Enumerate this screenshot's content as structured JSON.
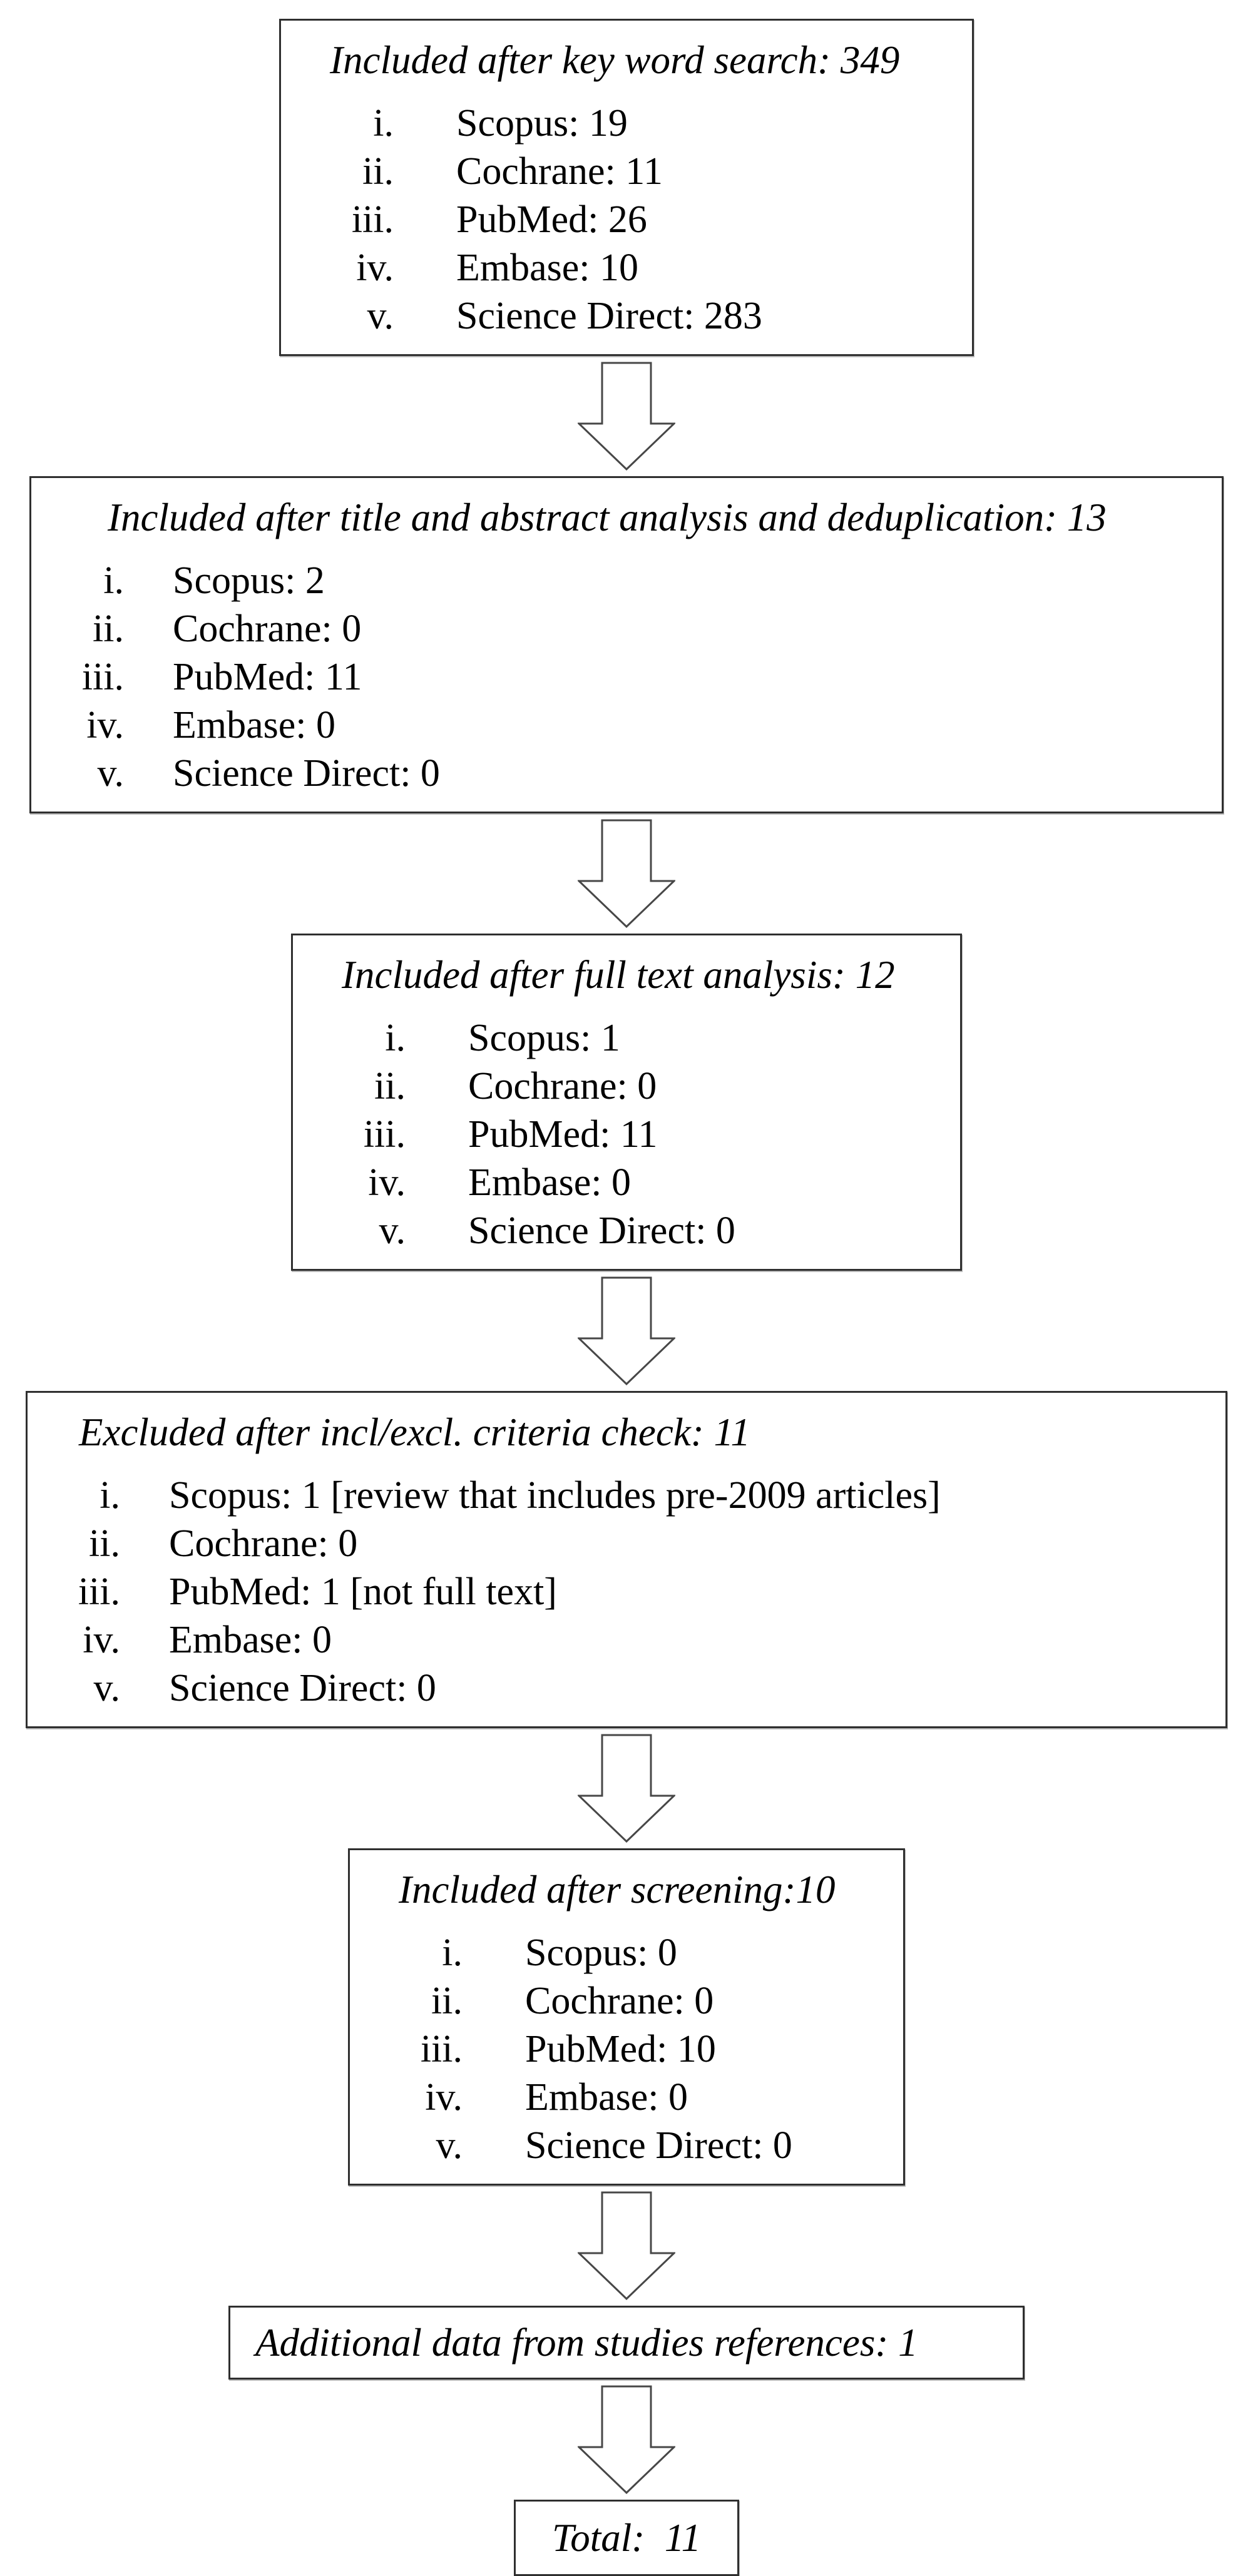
{
  "figure": {
    "description": "Literature screening flow diagram",
    "background_color": "#ffffff",
    "box_border_color": "#2f2f2f",
    "arrow_outline_color": "#474747",
    "text_color": "#000000",
    "arrow_icon": "down-block-arrow"
  },
  "boxes": [
    {
      "title": "Included after key word search: 349",
      "items": [
        {
          "n": "i.",
          "t": "Scopus: 19"
        },
        {
          "n": "ii.",
          "t": "Cochrane: 11"
        },
        {
          "n": "iii.",
          "t": "PubMed: 26"
        },
        {
          "n": "iv.",
          "t": "Embase: 10"
        },
        {
          "n": "v.",
          "t": "Science Direct: 283"
        }
      ]
    },
    {
      "title": "Included after title and abstract analysis and deduplication: 13",
      "items": [
        {
          "n": "i.",
          "t": "Scopus: 2"
        },
        {
          "n": "ii.",
          "t": "Cochrane: 0"
        },
        {
          "n": "iii.",
          "t": "PubMed: 11"
        },
        {
          "n": "iv.",
          "t": "Embase: 0"
        },
        {
          "n": "v.",
          "t": "Science Direct: 0"
        }
      ]
    },
    {
      "title": "Included after full text analysis: 12",
      "items": [
        {
          "n": "i.",
          "t": "Scopus: 1"
        },
        {
          "n": "ii.",
          "t": "Cochrane: 0"
        },
        {
          "n": "iii.",
          "t": "PubMed: 11"
        },
        {
          "n": "iv.",
          "t": "Embase: 0"
        },
        {
          "n": "v.",
          "t": "Science Direct: 0"
        }
      ]
    },
    {
      "title": "Excluded after incl/excl. criteria check: 11",
      "items": [
        {
          "n": "i.",
          "t": "Scopus: 1 [review that includes pre-2009 articles]"
        },
        {
          "n": "ii.",
          "t": "Cochrane: 0"
        },
        {
          "n": "iii.",
          "t": "PubMed: 1 [not full text]"
        },
        {
          "n": "iv.",
          "t": "Embase: 0"
        },
        {
          "n": "v.",
          "t": "Science Direct: 0"
        }
      ]
    },
    {
      "title": "Included after screening:10",
      "items": [
        {
          "n": "i.",
          "t": "Scopus: 0"
        },
        {
          "n": "ii.",
          "t": "Cochrane: 0"
        },
        {
          "n": "iii.",
          "t": "PubMed: 10"
        },
        {
          "n": "iv.",
          "t": "Embase: 0"
        },
        {
          "n": "v.",
          "t": "Science Direct: 0"
        }
      ]
    },
    {
      "title": "Additional data from studies references: 1",
      "items": []
    },
    {
      "title": "Total:  11",
      "items": []
    }
  ]
}
